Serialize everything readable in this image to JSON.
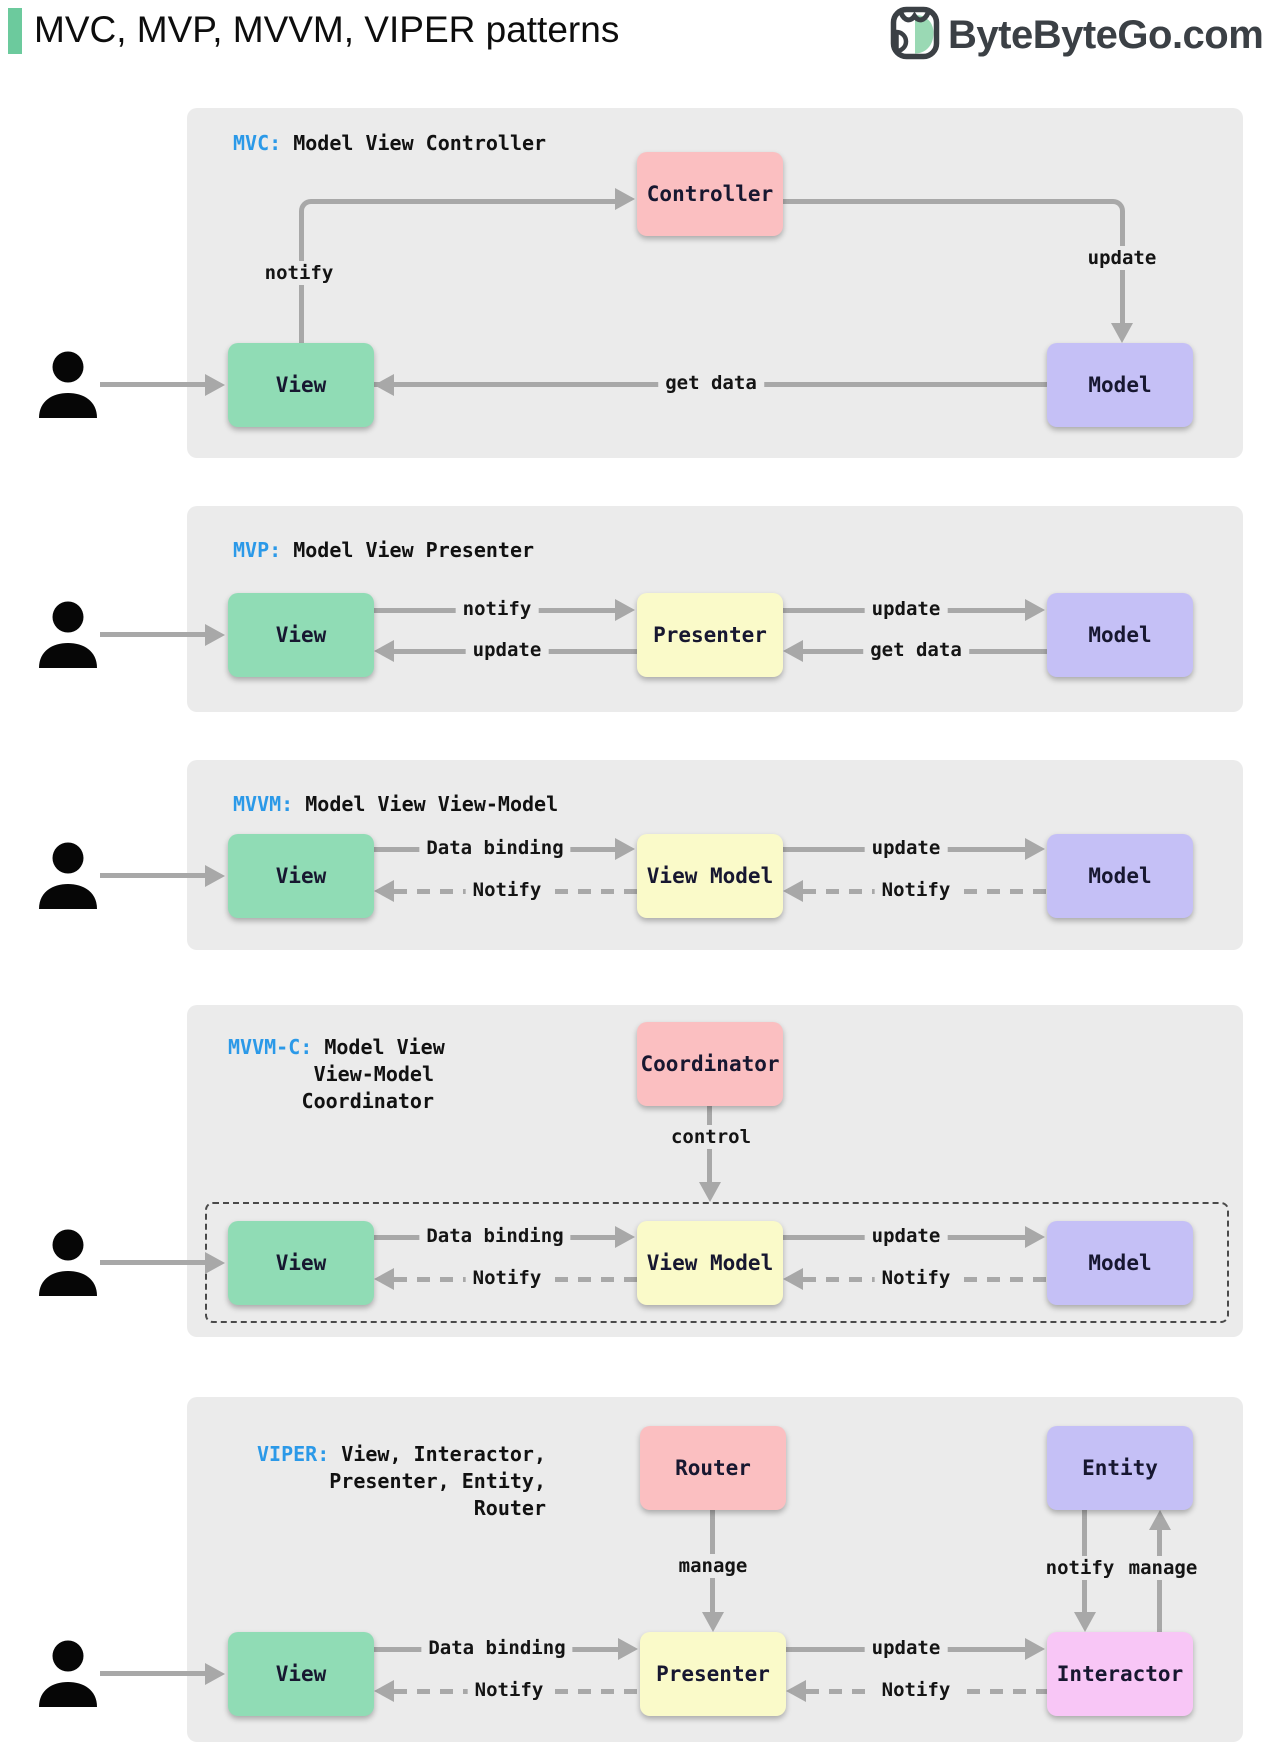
{
  "header": {
    "title": "MVC, MVP, MVVM, VIPER patterns",
    "logo_text": "ByteByteGo.com"
  },
  "colors": {
    "accent_green": "#6cca9d",
    "pattern_name_blue": "#2b99e8",
    "panel_background": "#ebebeb",
    "arrow_gray": "#a8a8a8",
    "box_view_green": "#90dcb5",
    "box_pink": "#fbbfc1",
    "box_model_purple": "#c5c0f6",
    "box_presenter_yellow": "#fafac9",
    "box_interactor_magenta": "#f8c6f6"
  },
  "panels": [
    {
      "name": "MVC",
      "tag": "MVC:",
      "tag_lines": [
        "Model View Controller"
      ],
      "boxes": {
        "view": "View",
        "controller": "Controller",
        "model": "Model"
      },
      "labels": {
        "notify": "notify",
        "update": "update",
        "get_data": "get data"
      }
    },
    {
      "name": "MVP",
      "tag": "MVP:",
      "tag_lines": [
        "Model View Presenter"
      ],
      "boxes": {
        "view": "View",
        "presenter": "Presenter",
        "model": "Model"
      },
      "labels": {
        "notify": "notify",
        "update_to_view": "update",
        "update_to_model": "update",
        "get_data": "get data"
      }
    },
    {
      "name": "MVVM",
      "tag": "MVVM:",
      "tag_lines": [
        "Model View View-Model"
      ],
      "boxes": {
        "view": "View",
        "view_model": "View Model",
        "model": "Model"
      },
      "labels": {
        "data_binding": "Data binding",
        "notify_to_view": "Notify",
        "update": "update",
        "notify_to_view_model": "Notify"
      }
    },
    {
      "name": "MVVM-C",
      "tag": "MVVM-C:",
      "tag_lines": [
        "Model View",
        "View-Model",
        "Coordinator"
      ],
      "boxes": {
        "coordinator": "Coordinator",
        "view": "View",
        "view_model": "View Model",
        "model": "Model"
      },
      "labels": {
        "control": "control",
        "data_binding": "Data binding",
        "notify_to_view": "Notify",
        "update": "update",
        "notify_to_view_model": "Notify"
      }
    },
    {
      "name": "VIPER",
      "tag": "VIPER:",
      "tag_lines": [
        "View, Interactor,",
        "Presenter, Entity,",
        "Router"
      ],
      "boxes": {
        "router": "Router",
        "entity": "Entity",
        "view": "View",
        "presenter": "Presenter",
        "interactor": "Interactor"
      },
      "labels": {
        "manage_router": "manage",
        "notify_entity": "notify",
        "manage_entity": "manage",
        "data_binding": "Data binding",
        "notify_to_view": "Notify",
        "update": "update",
        "notify_to_presenter": "Notify"
      }
    }
  ]
}
